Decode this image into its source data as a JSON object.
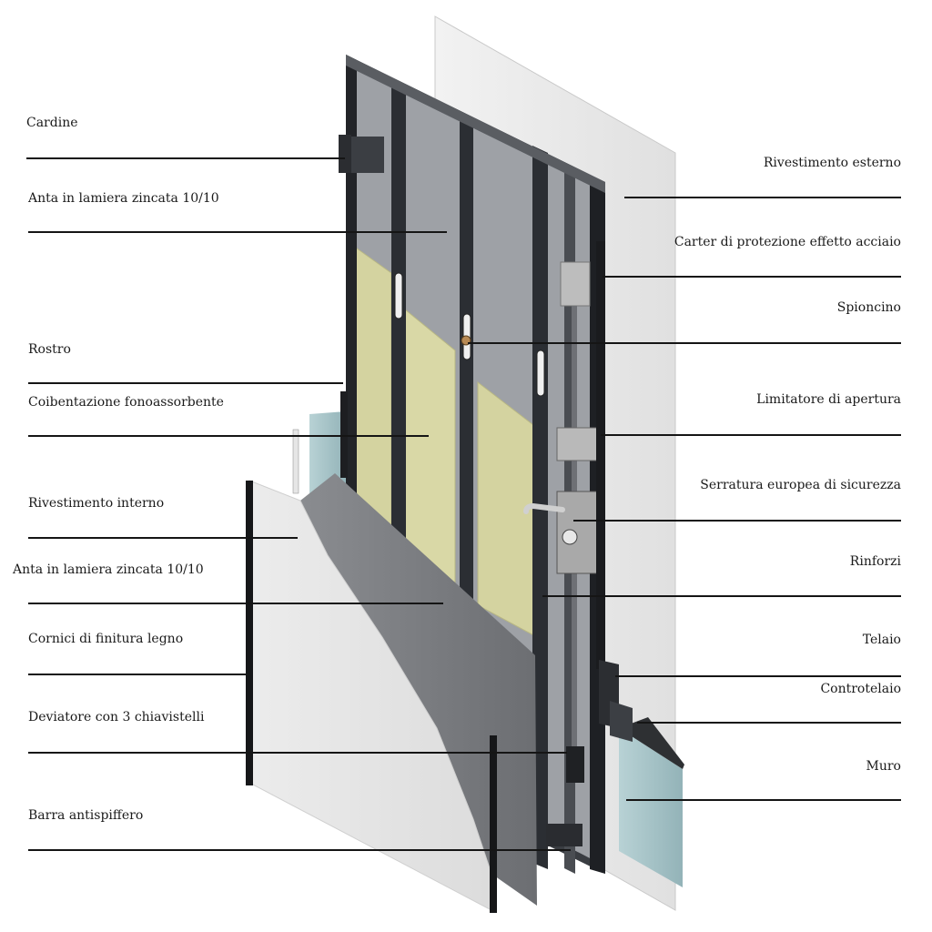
{
  "labels_left": [
    "Cardine",
    "Anta in lamiera zincata 10/10",
    "Rostro",
    "Coibentazione fonoassorbente",
    "Rivestimento interno",
    "Anta in lamiera zincata 10/10",
    "Cornici di finitura legno",
    "Deviatore con 3 chiavistelli",
    "Barra antispiffero"
  ],
  "labels_right": [
    "Rivestimento esterno",
    "Carter di protezione effetto acciaio",
    "Spioncino",
    "Limitatore di apertura",
    "Serratura europea di sicurezza",
    "Rinforzi",
    "Telaio",
    "Controtelaio",
    "Muro"
  ],
  "colors": {
    "frame_dark": "#2b2e33",
    "insulation": "#d4d3a0",
    "wall": "#a7c4c8",
    "panel_light": "#e4e4e4",
    "sheet_grey": "#7a7c80"
  }
}
